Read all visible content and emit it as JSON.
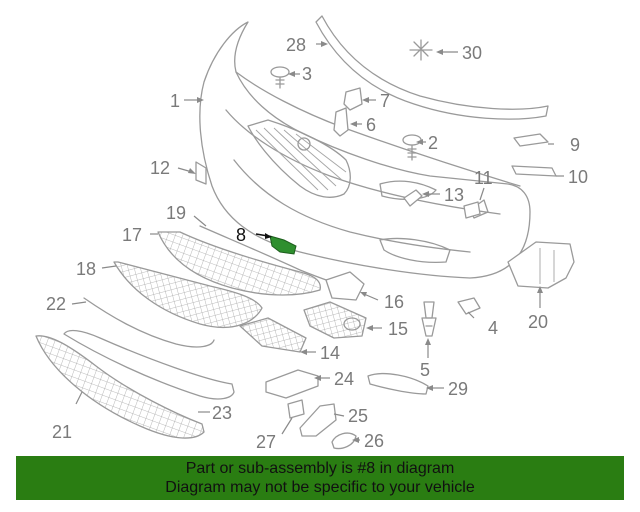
{
  "highlighted_callout": "8",
  "colors": {
    "banner": "#2a7d12",
    "highlight_part": "#2f8f2f",
    "line_art": "#9a9a9a"
  },
  "callouts": {
    "c1": "1",
    "c2": "2",
    "c3": "3",
    "c4": "4",
    "c5": "5",
    "c6": "6",
    "c7": "7",
    "c8": "8",
    "c9": "9",
    "c10": "10",
    "c11": "11",
    "c12": "12",
    "c13": "13",
    "c14": "14",
    "c15": "15",
    "c16": "16",
    "c17": "17",
    "c18": "18",
    "c19": "19",
    "c20": "20",
    "c21": "21",
    "c22": "22",
    "c23": "23",
    "c24": "24",
    "c25": "25",
    "c26": "26",
    "c27": "27",
    "c28": "28",
    "c29": "29",
    "c30": "30"
  },
  "banner": {
    "line1": "Part or sub-assembly is #8 in diagram",
    "line2": "Diagram may not be specific to your vehicle"
  }
}
